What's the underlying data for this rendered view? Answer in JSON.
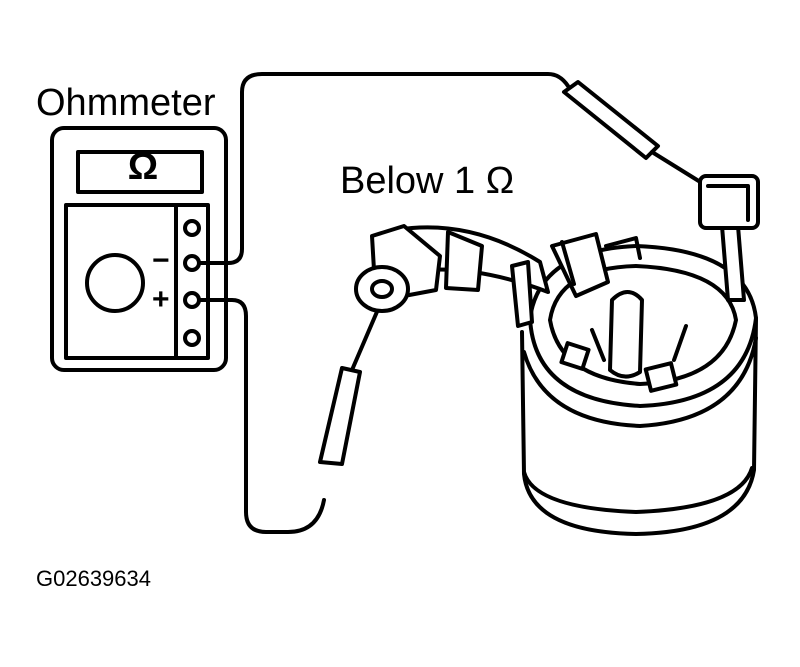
{
  "diagram": {
    "meter_label": "Ohmmeter",
    "display_symbol": "Ω",
    "terminal_minus": "−",
    "terminal_plus": "+",
    "reading_label": "Below 1 Ω",
    "figure_code": "G02639634"
  },
  "colors": {
    "line": "#000000",
    "background": "#ffffff"
  }
}
